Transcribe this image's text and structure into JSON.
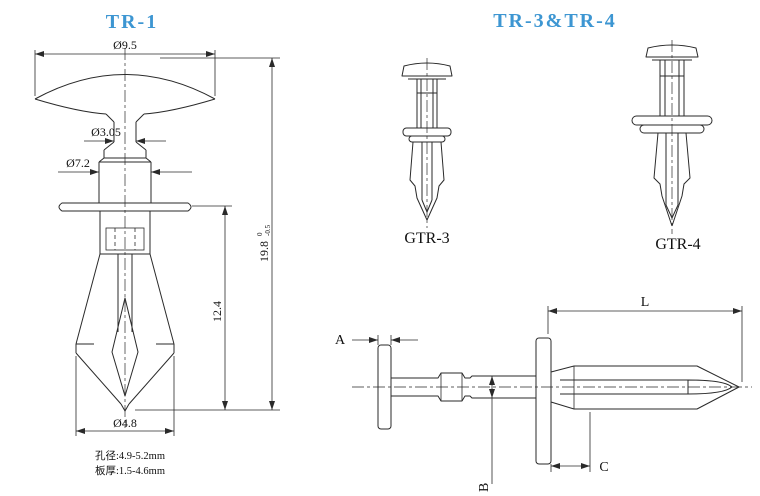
{
  "titles": {
    "tr1": "TR-1",
    "tr34": "TR-3&TR-4"
  },
  "colors": {
    "title_blue": "#3d96d2",
    "line": "#2a2a2a",
    "background": "#ffffff"
  },
  "tr1_view": {
    "dim_head_diameter": "Ø9.5",
    "dim_neck_diameter": "Ø3.05",
    "dim_collar_diameter": "Ø7.2",
    "dim_total_height": "19.8",
    "dim_total_height_tol_upper": "0",
    "dim_total_height_tol_lower": "-0.5",
    "dim_leg_length": "12.4",
    "dim_tip_diameter": "Ø4.8",
    "note_hole_diameter": "孔径:4.9-5.2mm",
    "note_plate_thickness": "板厚:1.5-4.6mm"
  },
  "part_labels": {
    "gtr3": "GTR-3",
    "gtr4": "GTR-4"
  },
  "side_view_dims": {
    "a": "A",
    "b": "B",
    "c": "C",
    "l": "L"
  }
}
